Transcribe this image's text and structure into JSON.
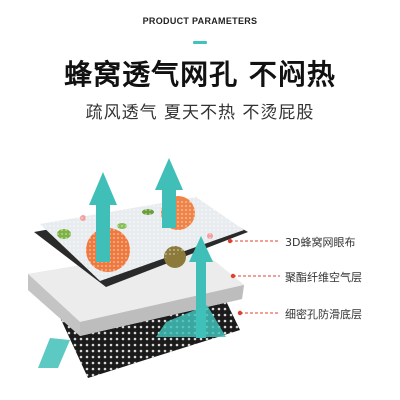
{
  "header": {
    "eyebrow": "PRODUCT PARAMETERS"
  },
  "headline": "蜂窝透气网孔 不闷热",
  "subline": "疏风透气 夏天不热 不烫屁股",
  "layers": [
    {
      "label": "3D蜂窝网眼布"
    },
    {
      "label": "聚酯纤维空气层"
    },
    {
      "label": "细密孔防滑底层"
    }
  ],
  "colors": {
    "accent": "#3fc4bd",
    "marker": "#e0402f",
    "text": "#222222"
  }
}
